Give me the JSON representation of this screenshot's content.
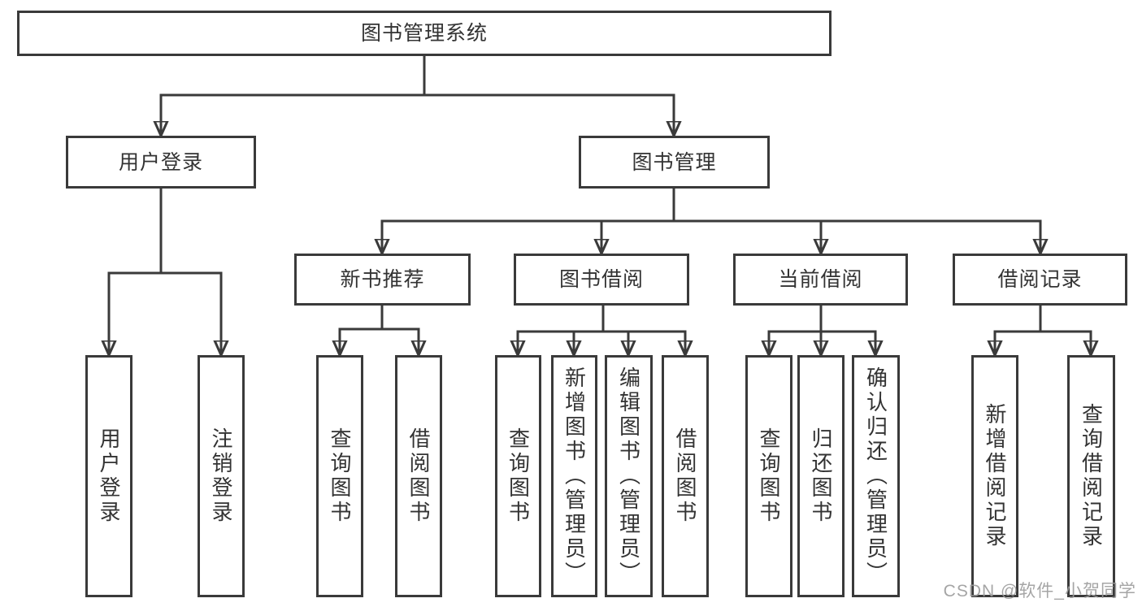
{
  "diagram": {
    "title": "图书管理系统",
    "colors": {
      "line": "#3a3a3a",
      "text": "#333333",
      "box_background": "#ffffff",
      "watermark": "#9b9b9b"
    },
    "root": {
      "label": "图书管理系统"
    },
    "login": {
      "label": "用户登录",
      "children": [
        {
          "label": "用户登录"
        },
        {
          "label": "注销登录"
        }
      ]
    },
    "management": {
      "label": "图书管理",
      "sections": [
        {
          "label": "新书推荐",
          "children": [
            {
              "label": "查询图书"
            },
            {
              "label": "借阅图书"
            }
          ]
        },
        {
          "label": "图书借阅",
          "children": [
            {
              "label": "查询图书"
            },
            {
              "label": "新增图书（管理员）"
            },
            {
              "label": "编辑图书（管理员）"
            },
            {
              "label": "借阅图书"
            }
          ]
        },
        {
          "label": "当前借阅",
          "children": [
            {
              "label": "查询图书"
            },
            {
              "label": "归还图书"
            },
            {
              "label": "确认归还（管理员）"
            }
          ]
        },
        {
          "label": "借阅记录",
          "children": [
            {
              "label": "新增借阅记录"
            },
            {
              "label": "查询借阅记录"
            }
          ]
        }
      ]
    },
    "watermark": {
      "text": "CSDN @软件_小贺同学"
    }
  }
}
